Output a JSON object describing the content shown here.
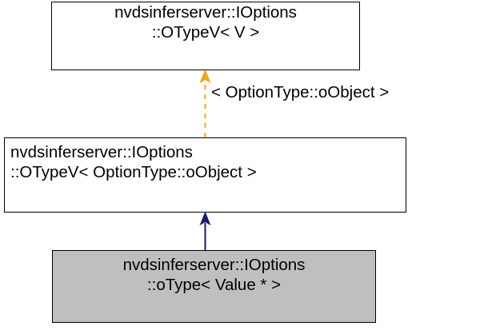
{
  "diagram": {
    "type": "class-inheritance",
    "title": "nvdsinferserver::IOptions::oType< Value * > inheritance diagram",
    "colors": {
      "node_fill": "#ffffff",
      "node_border": "#000000",
      "highlight_fill": "#bfbfbf",
      "inheritance_edge": "#191970",
      "template_instantiation_edge": "#ffa500",
      "text": "#000000"
    },
    "nodes": [
      {
        "id": "base-template",
        "line1": "nvdsinferserver::IOptions",
        "line2": "::OTypeV< V >",
        "fill": "#ffffff",
        "highlighted": false
      },
      {
        "id": "specialization",
        "line1": "nvdsinferserver::IOptions",
        "line2": "::OTypeV< OptionType::oObject >",
        "fill": "#ffffff",
        "highlighted": false
      },
      {
        "id": "derived",
        "line1": "nvdsinferserver::IOptions",
        "line2": "::oType< Value * >",
        "fill": "#bfbfbf",
        "highlighted": true
      }
    ],
    "edges": [
      {
        "id": "template-binding",
        "from": "specialization",
        "to": "base-template",
        "style": "dashed",
        "color": "#ffa500",
        "arrowhead": "filled-triangle",
        "label": "< OptionType::oObject >"
      },
      {
        "id": "inheritance",
        "from": "derived",
        "to": "specialization",
        "style": "solid",
        "color": "#191970",
        "arrowhead": "filled-triangle",
        "label": ""
      }
    ]
  }
}
